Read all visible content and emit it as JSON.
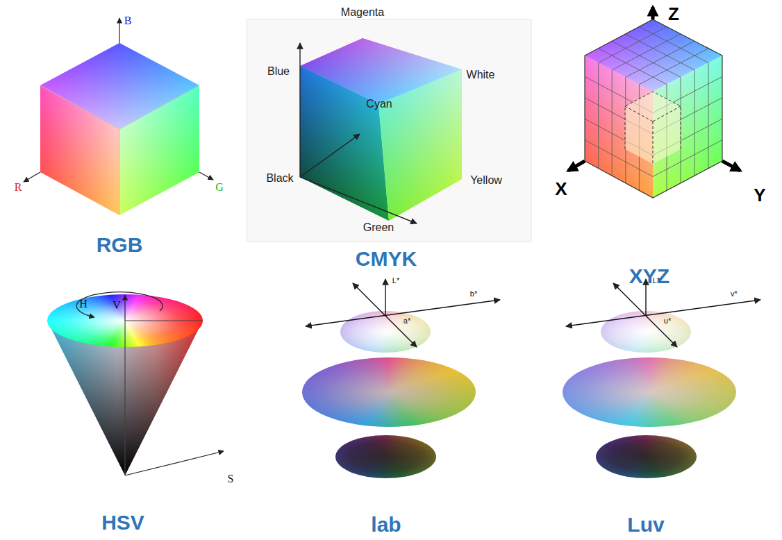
{
  "diagram": {
    "labels": [
      "B",
      "R",
      "G",
      "RGB",
      "Magenta",
      "Blue",
      "White",
      "Cyan",
      "Black",
      "Yellow",
      "Green",
      "CMYK",
      "Z",
      "X",
      "Y",
      "XYZ",
      "V",
      "H",
      "S",
      "HSV",
      "L*",
      "b*",
      "a*",
      "lab",
      "L*",
      "v*",
      "u*",
      "Luv"
    ]
  }
}
